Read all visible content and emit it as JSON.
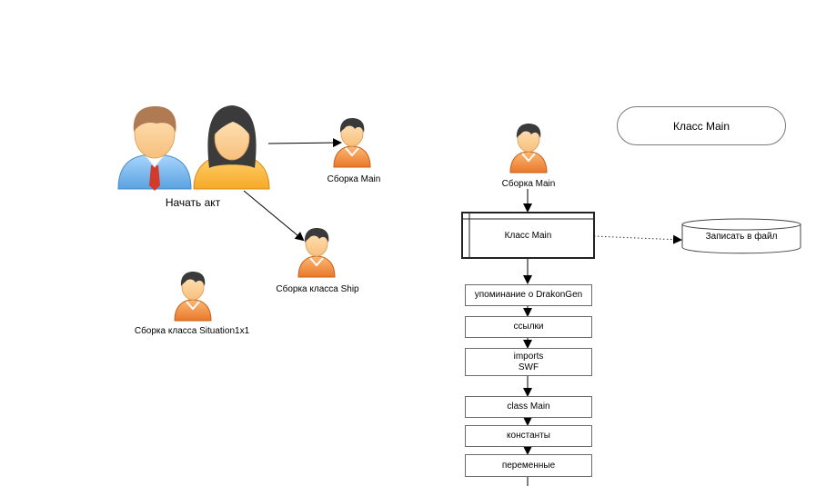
{
  "actors": {
    "start_act": "Начать акт",
    "assembly_main_left": "Сборка Main",
    "assembly_ship": "Сборка класса Ship",
    "assembly_situation": "Сборка класса Situation1x1",
    "assembly_main_right": "Сборка Main"
  },
  "flow": {
    "title_pill": "Класс Main",
    "class_box": "Класс Main",
    "datastore": "Записать в файл",
    "steps": {
      "drakongen": "упоминание о DrakonGen",
      "links": "ссылки",
      "imports_line1": "imports",
      "imports_line2": "SWF",
      "class_main": "class Main",
      "constants": "константы",
      "variables": "переменные"
    }
  },
  "colors": {
    "person_orange": "#f08a3a",
    "person_blue_shirt": "#6ab0e8",
    "person_tie": "#d33a2c",
    "class_fill": "#e2fbfc"
  },
  "icons": {
    "person": "user-icon",
    "people": "users-icon"
  }
}
